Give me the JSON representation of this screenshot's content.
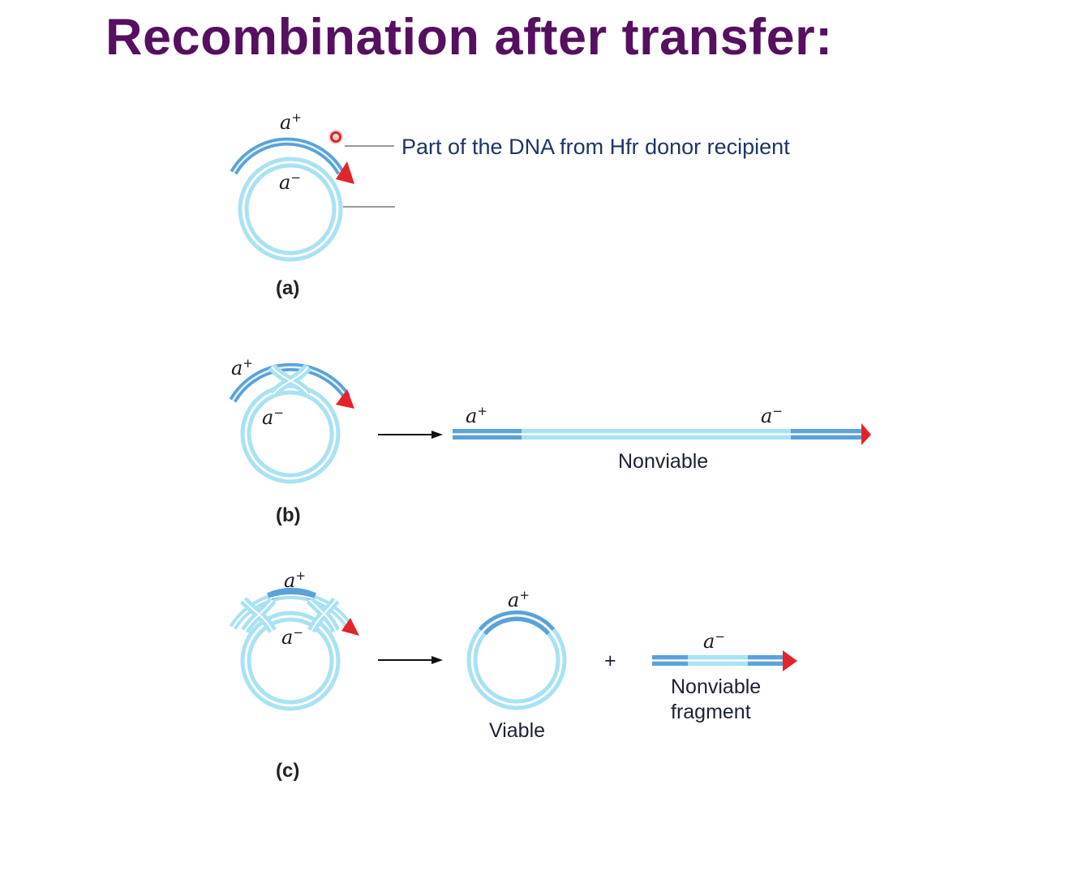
{
  "title": "Recombination after transfer:",
  "callout": "Part of the DNA from Hfr donor recipient",
  "gene_label": "a",
  "plus": "+",
  "minus": "−",
  "panels": {
    "a": "(a)",
    "b": "(b)",
    "c": "(c)"
  },
  "outcomes": {
    "nonviable": "Nonviable",
    "viable": "Viable",
    "join": "+",
    "fragment_line1": "Nonviable",
    "fragment_line2": "fragment"
  },
  "colors": {
    "title": "#55105f",
    "donor_dna": "#5aa2d8",
    "recipient_dna": "#a8e2f4",
    "arrowhead": "#e3242b",
    "pointer": "#d42a2a"
  },
  "icons": {
    "pointer": "laser-pointer-dot-icon",
    "arrow": "right-arrow-icon",
    "arrowhead": "red-triangle-arrowhead-icon"
  }
}
